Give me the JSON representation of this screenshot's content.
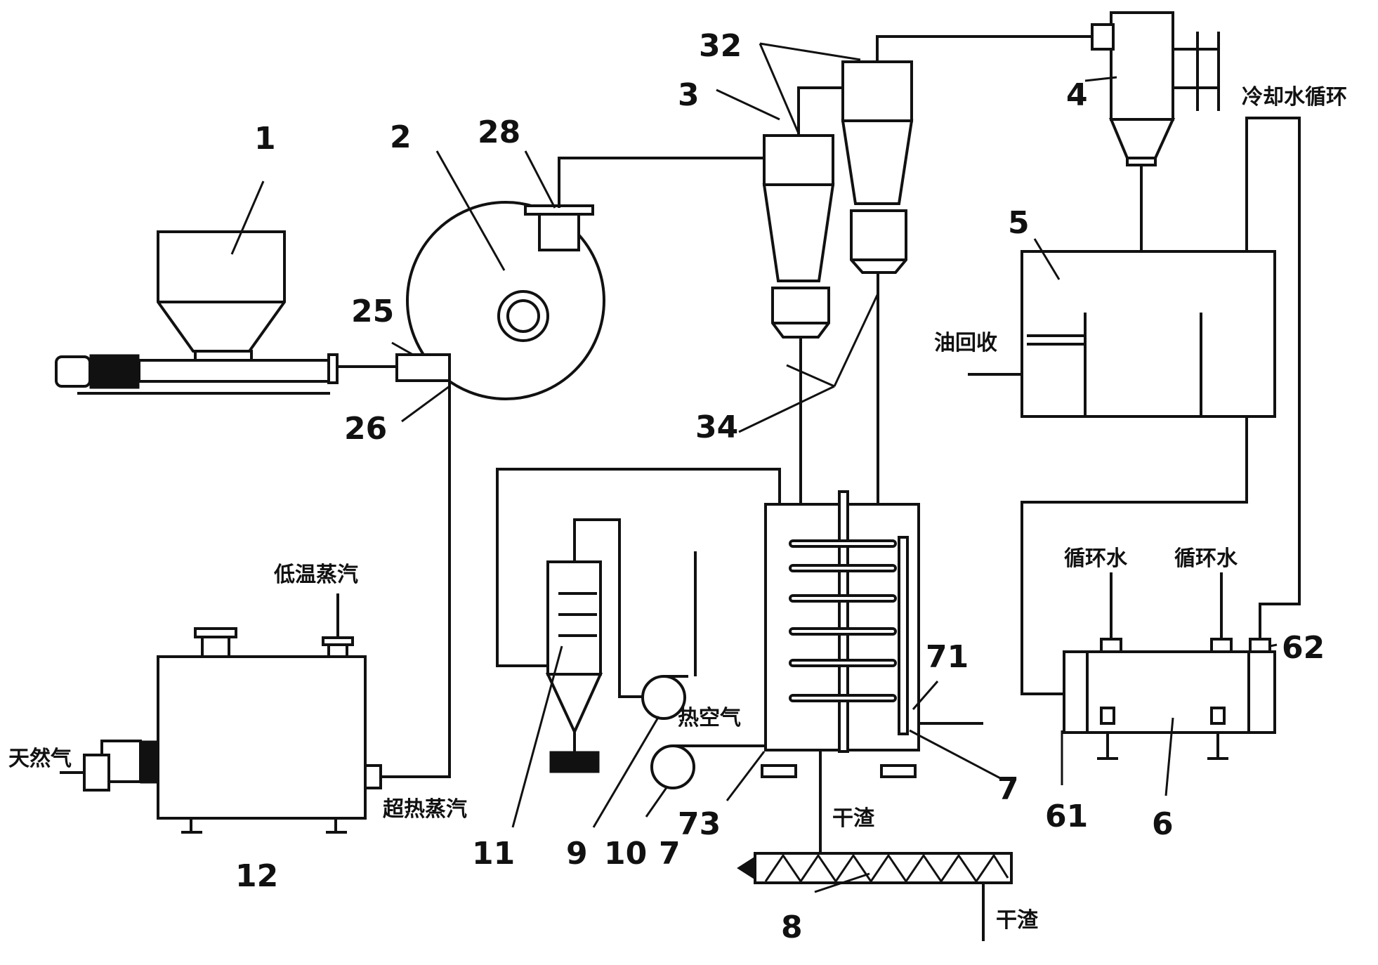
{
  "labels": {
    "n1": "1",
    "n2": "2",
    "n3": "3",
    "n4": "4",
    "n5": "5",
    "n6": "6",
    "n7": "7",
    "n7b": "7",
    "n8": "8",
    "n9": "9",
    "n10": "10",
    "n11": "11",
    "n12": "12",
    "n25": "25",
    "n26": "26",
    "n28": "28",
    "n32": "32",
    "n34": "34",
    "n61": "61",
    "n62": "62",
    "n71": "71",
    "n73": "73"
  },
  "stream_labels": {
    "low_temp_steam": "低温蒸汽",
    "natural_gas": "天然气",
    "superheated_steam": "超热蒸汽",
    "hot_air": "热空气",
    "dry_slag_1": "干渣",
    "dry_slag_2": "干渣",
    "oil_recovery": "油回收",
    "cooling_water_cycle": "冷却水循环",
    "circulating_water_1": "循环水",
    "circulating_water_2": "循环水"
  }
}
